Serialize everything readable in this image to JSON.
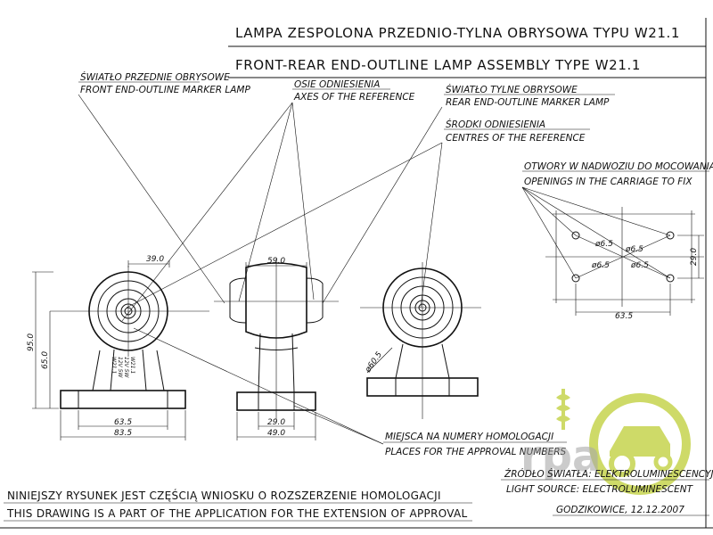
{
  "titles": {
    "pl": "LAMPA ZESPOLONA PRZEDNIO-TYLNA OBRYSOWA TYPU W21.1",
    "en": "FRONT-REAR END-OUTLINE LAMP ASSEMBLY TYPE W21.1"
  },
  "callouts": {
    "front_pl": "ŚWIATŁO PRZEDNIE OBRYSOWE",
    "front_en": "FRONT END-OUTLINE MARKER LAMP",
    "axes_pl": "OSIE ODNIESIENIA",
    "axes_en": "AXES OF THE REFERENCE",
    "rear_pl": "ŚWIATŁO TYLNE OBRYSOWE",
    "rear_en": "REAR END-OUTLINE MARKER LAMP",
    "centres_pl": "ŚRODKI ODNIESIENIA",
    "centres_en": "CENTRES OF THE REFERENCE",
    "openings_pl": "OTWORY W NADWOZIU DO MOCOWANIA",
    "openings_en": "OPENINGS IN THE CARRIAGE TO FIX",
    "homolog_pl": "MIEJSCA NA NUMERY HOMOLOGACJI",
    "homolog_en": "PLACES FOR THE APPROVAL NUMBERS"
  },
  "dimensions": {
    "d39": "39.0",
    "d95": "95.0",
    "d65": "65.0",
    "d63_left": "63.5",
    "d83": "83.5",
    "d59": "59.0",
    "d29_front": "29.0",
    "d49": "49.0",
    "d60": "ø60.5",
    "d29_hole": "29.0",
    "d63_hole": "63.5",
    "h1": "ø6.5",
    "h2": "ø6.5",
    "h3": "ø6.5",
    "h4": "ø6.5"
  },
  "marking_lines": [
    "W21.1",
    "12V 5W",
    "12V 5W",
    "W21.1"
  ],
  "source": {
    "pl": "ŹRÓDŁO ŚWIATŁA: ELEKTROLUMINESCENCYJNE",
    "en": "LIGHT SOURCE: ELECTROLUMINESCENT",
    "place_date": "GODZIKOWICE, 12.12.2007"
  },
  "footer": {
    "pl": "NINIEJSZY RYSUNEK JEST CZĘŚCIĄ WNIOSKU O ROZSZERZENIE HOMOLOGACJI",
    "en": "THIS DRAWING IS A PART OF THE APPLICATION FOR THE EXTENSION OF APPROVAL"
  },
  "colors": {
    "ink": "#111111",
    "logo_green": "#c6d44e",
    "logo_gray": "#9a9a9a"
  }
}
